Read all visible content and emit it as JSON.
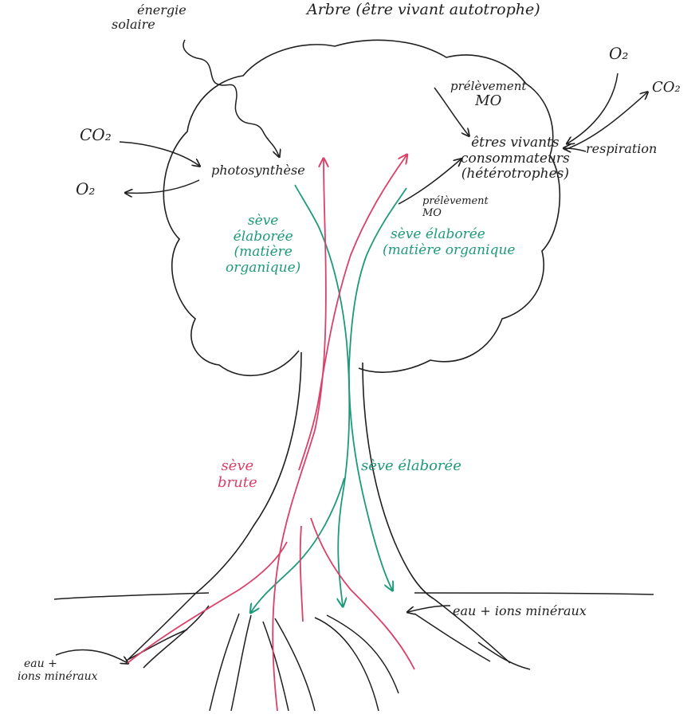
{
  "title": "Arbre (être vivant autotrophe)",
  "labels": {
    "energie_solaire": [
      "énergie",
      "solaire"
    ],
    "co2_left": "CO₂",
    "o2_left": "O₂",
    "photosynthese": "photosynthèse",
    "prelevement_mo_top": [
      "prélèvement",
      "MO"
    ],
    "o2_right": "O₂",
    "co2_right": "CO₂",
    "etres_vivants": [
      "êtres vivants",
      "consommateurs",
      "(hétérotrophes)"
    ],
    "respiration": "respiration",
    "prelevement_mo_mid": [
      "prélèvement",
      "MO"
    ],
    "seve_elaboree_left": [
      "sève",
      "élaborée",
      "(matière",
      "organique)"
    ],
    "seve_elaboree_right": [
      "sève élaborée",
      "(matière organique"
    ],
    "seve_brute": [
      "sève",
      "brute"
    ],
    "seve_elaboree_trunk": "sève élaborée",
    "eau_ions_right": "eau + ions minéraux",
    "eau_ions_left": [
      "eau +",
      "ions minéraux"
    ]
  },
  "colors": {
    "ink": "#1f1f1f",
    "seve_elaboree": "#1e9a7a",
    "seve_brute": "#d9416a",
    "background": "#ffffff"
  }
}
